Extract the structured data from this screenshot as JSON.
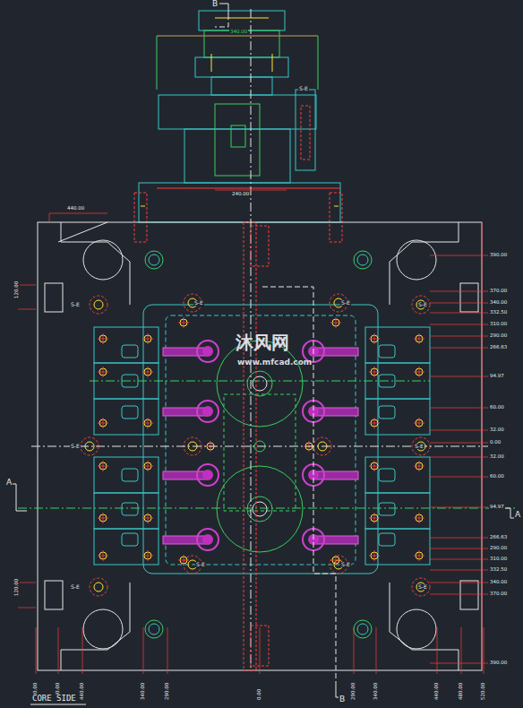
{
  "diagram": {
    "caption": "CORE SIDE",
    "labels": [
      "A",
      "A",
      "B",
      "B",
      "S-E",
      "S-E",
      "S-E",
      "S-E",
      "S-E",
      "S-E",
      "S-E",
      "S-E",
      "S-E",
      "S-E",
      "S-E",
      "390.00",
      "370.00",
      "340.00",
      "332.50",
      "310.00",
      "290.00",
      "266.63",
      "94.97",
      "60.00",
      "32.00",
      "0.00",
      "32.00",
      "60.00",
      "94.97",
      "266.63",
      "290.00",
      "310.00",
      "332.50",
      "340.00",
      "370.00",
      "390.00",
      "120.00",
      "120.00",
      "440.00",
      "340.00",
      "240.00",
      "520.00",
      "480.00",
      "440.00",
      "340.00",
      "290.00",
      "0.00",
      "290.00",
      "340.00",
      "440.00",
      "480.00",
      "520.00",
      "沐风网",
      "www.mfcad.com"
    ]
  }
}
